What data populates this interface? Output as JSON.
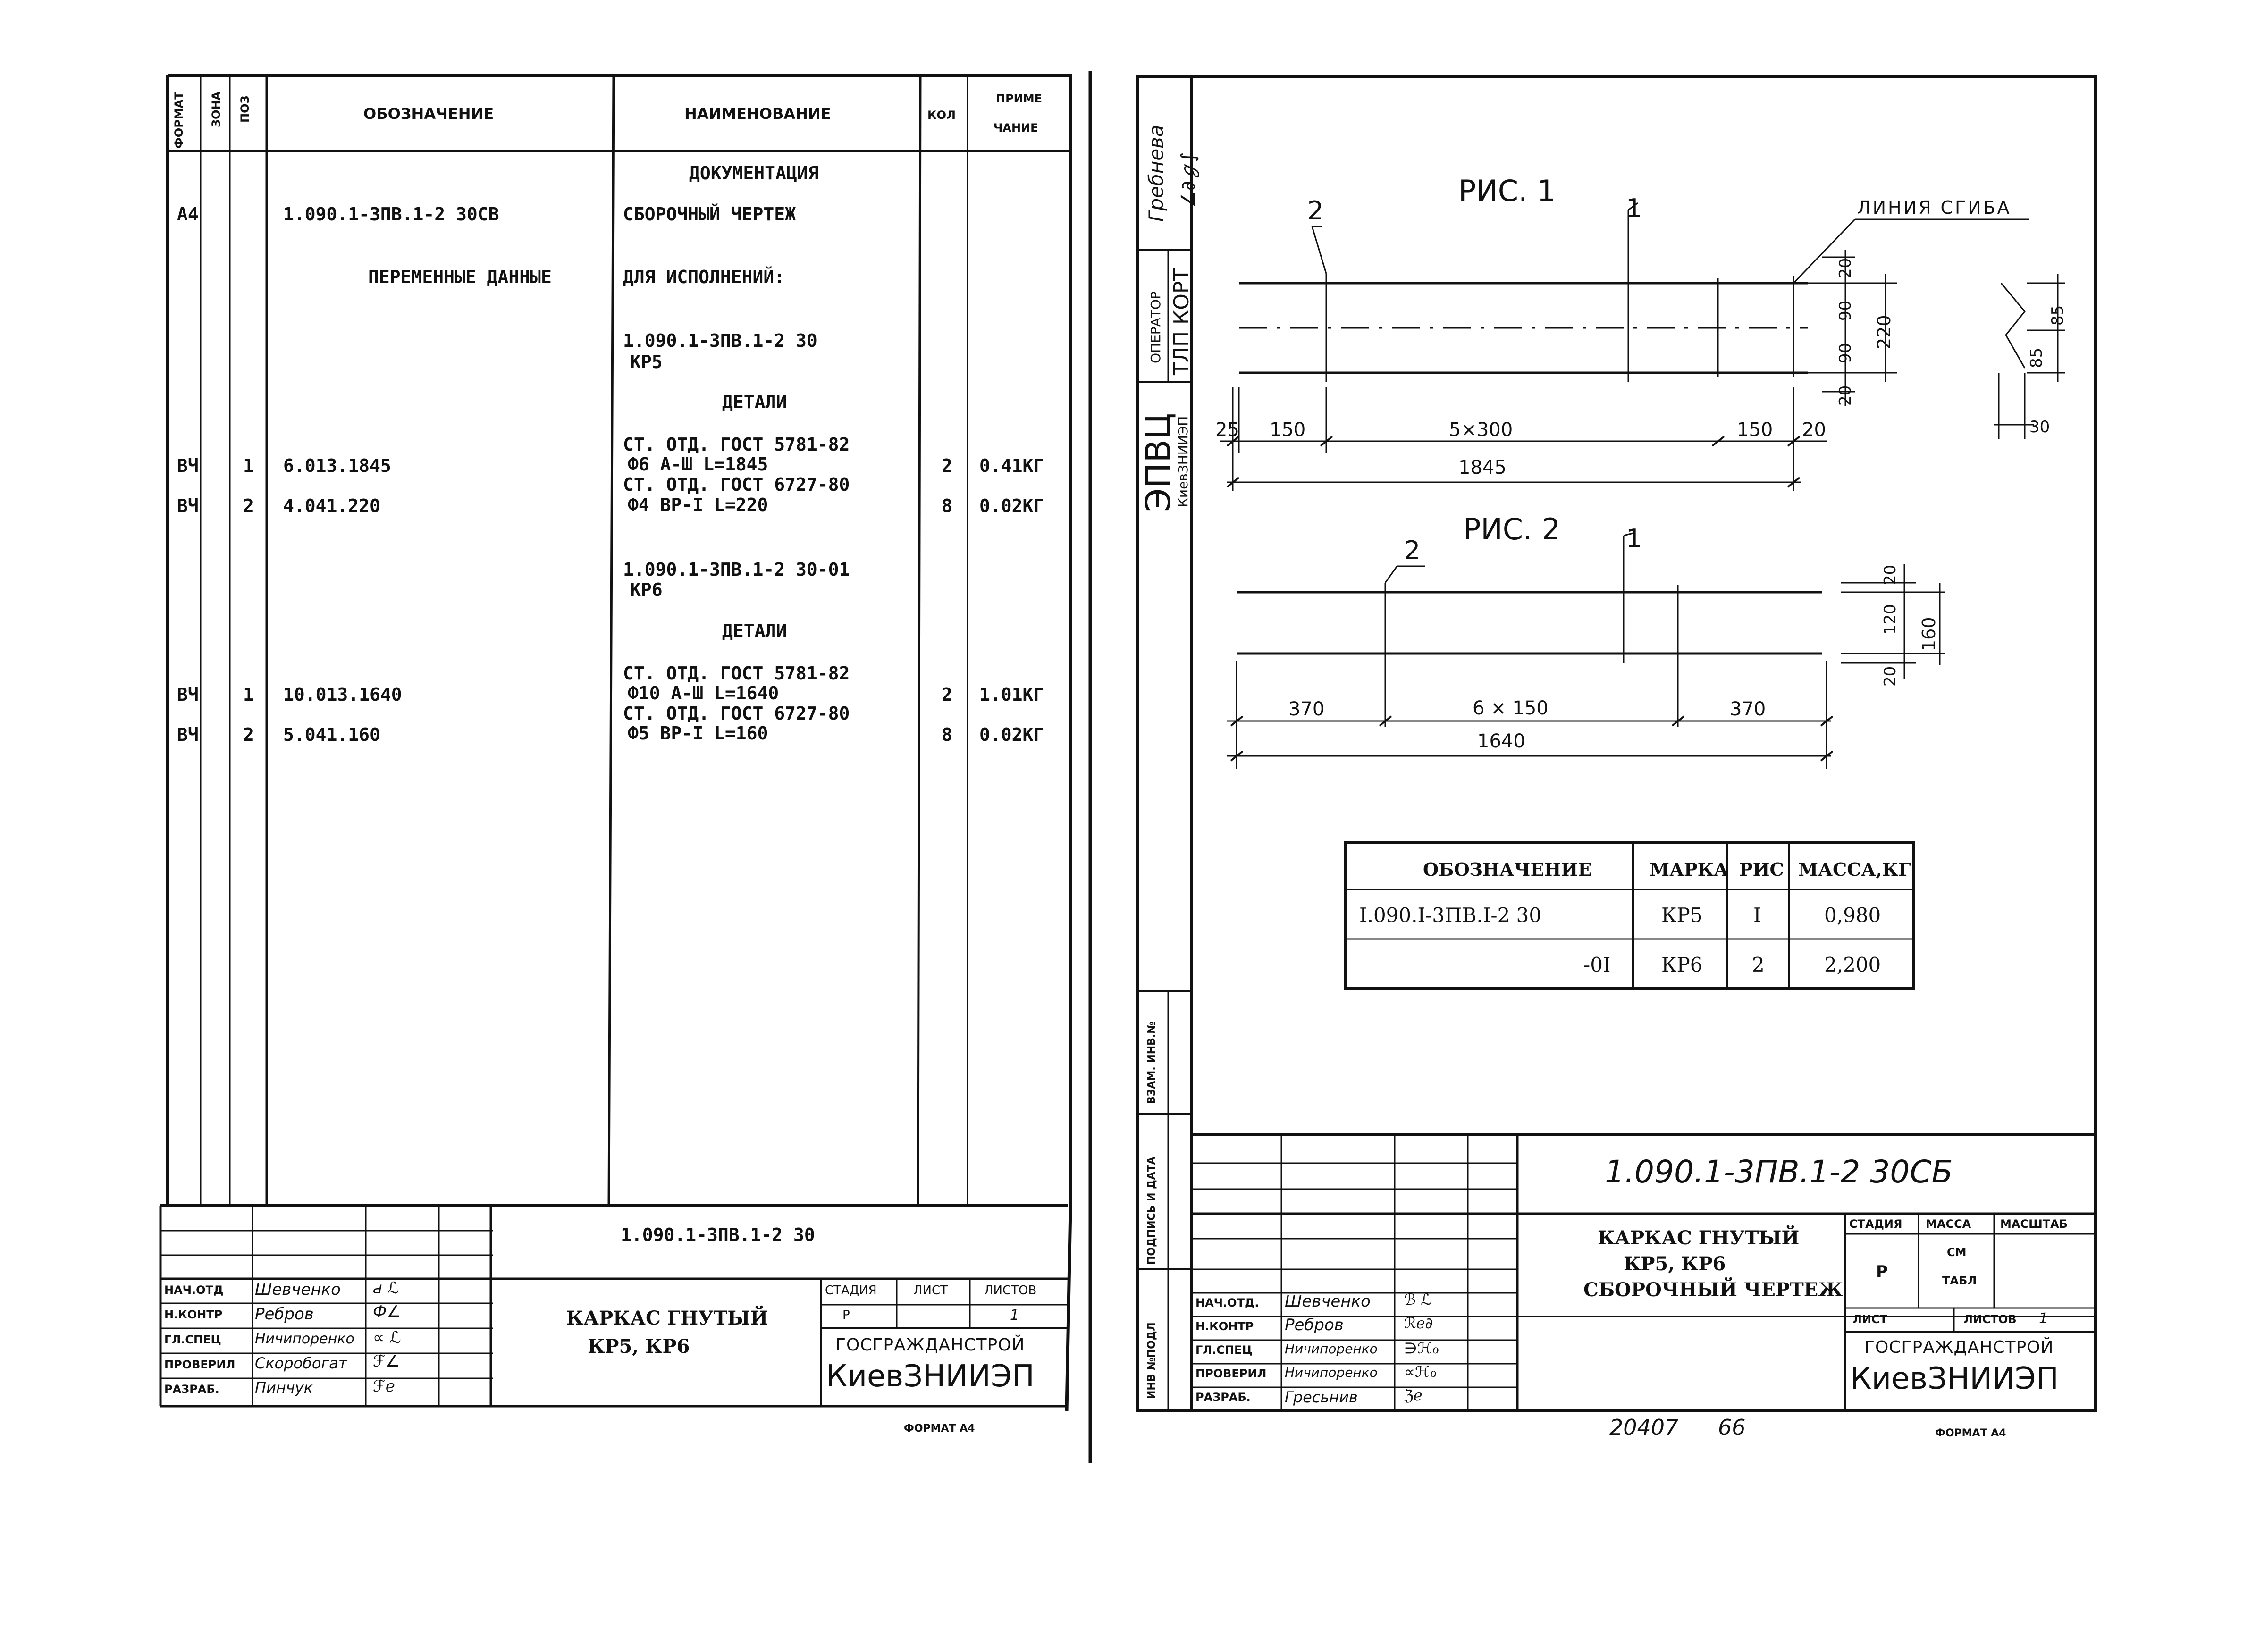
{
  "left_sheet": {
    "header": {
      "format": "ФОРМАТ",
      "zone": "ЗОНА",
      "pos": "ПОЗ",
      "designation": "ОБОЗНАЧЕНИЕ",
      "name": "НАИМЕНОВАНИЕ",
      "qty": "КОЛ",
      "note1": "ПРИМЕ",
      "note2": "ЧАНИЕ"
    },
    "rows": {
      "section_docs": "ДОКУМЕНТАЦИЯ",
      "a4_format": "А4",
      "a4_designation": "1.090.1-3ПВ.1-2 30СВ",
      "a4_name": "СБОРОЧНЫЙ ЧЕРТЕЖ",
      "variable_data": "ПЕРЕМЕННЫЕ ДАННЫЕ",
      "for_versions": "ДЛЯ ИСПОЛНЕНИЙ:",
      "v1_line1": "1.090.1-3ПВ.1-2 30",
      "v1_line2": "КР5",
      "details1": "ДЕТАЛИ",
      "r1_format": "ВЧ",
      "r1_pos": "1",
      "r1_designation": "6.013.1845",
      "r1_name1": "СТ. ОТД. ГОСТ 5781-82",
      "r1_name2": "Ф6 А-Ш L=1845",
      "r1_qty": "2",
      "r1_note": "0.41КГ",
      "r2_format": "ВЧ",
      "r2_pos": "2",
      "r2_designation": "4.041.220",
      "r2_name1": "СТ. ОТД. ГОСТ 6727-80",
      "r2_name2": "Ф4 ВР-I L=220",
      "r2_qty": "8",
      "r2_note": "0.02КГ",
      "v2_line1": "1.090.1-3ПВ.1-2 30-01",
      "v2_line2": "КР6",
      "details2": "ДЕТАЛИ",
      "r3_format": "ВЧ",
      "r3_pos": "1",
      "r3_designation": "10.013.1640",
      "r3_name1": "СТ. ОТД. ГОСТ 5781-82",
      "r3_name2": "Ф10 А-Ш L=1640",
      "r3_qty": "2",
      "r3_note": "1.01КГ",
      "r4_format": "ВЧ",
      "r4_pos": "2",
      "r4_designation": "5.041.160",
      "r4_name1": "СТ. ОТД. ГОСТ 6727-80",
      "r4_name2": "Ф5 ВР-I L=160",
      "r4_qty": "8",
      "r4_note": "0.02КГ"
    },
    "title_block": {
      "code": "1.090.1-3ПВ.1-2 30",
      "title1": "КАРКАС ГНУТЫЙ",
      "title2": "КР5, КР6",
      "stage_h": "СТАДИЯ",
      "sheet_h": "ЛИСТ",
      "sheets_h": "ЛИСТОВ",
      "stage": "Р",
      "sheets": "1",
      "org1": "ГОСГРАЖДАНСТРОЙ",
      "org2": "КиевЗНИИЭП",
      "roles": [
        "НАЧ.ОТД",
        "Н.КОНТР",
        "ГЛ.СПЕЦ",
        "ПРОВЕРИЛ",
        "РАЗРАБ."
      ],
      "names": [
        "Шевченко",
        "Ребров",
        "Ничипоренко",
        "Скоробогат",
        "Пинчук"
      ],
      "format_label": "ФОРМАТ А4"
    }
  },
  "right_sheet": {
    "side_stamp": {
      "name_top": "Гребнева",
      "operator": "ОПЕРАТОР",
      "tlp": "ТЛП КОРТ",
      "epvc": "ЭПВЦ",
      "kiev": "КиевЗНИИЭП",
      "vzam": "ВЗАМ. ИНВ.№",
      "podpis": "ПОДПИСЬ И ДАТА",
      "inv": "ИНВ №ПОДЛ"
    },
    "fig1": {
      "title": "РИС. 1",
      "bend_line": "ЛИНИЯ СГИБА",
      "callout_2": "2",
      "callout_1": "1",
      "dims_horizontal": [
        "25",
        "150",
        "5×300",
        "150",
        "20"
      ],
      "overall": "1845",
      "dims_vertical": [
        "20",
        "90",
        "90",
        "20"
      ],
      "height": "220",
      "side_dims": [
        "85",
        "85",
        "30"
      ]
    },
    "fig2": {
      "title": "РИС. 2",
      "callout_2": "2",
      "callout_1": "1",
      "dims_horizontal": [
        "370",
        "6 × 150",
        "370"
      ],
      "overall": "1640",
      "dims_vertical": [
        "20",
        "120",
        "20"
      ],
      "height": "160"
    },
    "table": {
      "headers": [
        "ОБОЗНАЧЕНИЕ",
        "МАРКА",
        "РИС",
        "МАССА,КГ"
      ],
      "rows": [
        [
          "I.090.I-3ПВ.I-2 30",
          "КР5",
          "I",
          "0,980"
        ],
        [
          "-0I",
          "КР6",
          "2",
          "2,200"
        ]
      ]
    },
    "title_block": {
      "code": "1.090.1-3ПВ.1-2  30СБ",
      "title1": "КАРКАС ГНУТЫЙ",
      "title2": "КР5, КР6",
      "title3": "СБОРОЧНЫЙ ЧЕРТЕЖ",
      "stage_h": "СТАДИЯ",
      "mass_h": "МАССА",
      "scale_h": "МАСШТАБ",
      "stage": "Р",
      "mass1": "СМ",
      "mass2": "ТАБЛ",
      "sheet_h": "ЛИСТ",
      "sheets_h": "ЛИСТОВ",
      "sheets": "1",
      "org1": "ГОСГРАЖДАНСТРОЙ",
      "org2": "КиевЗНИИЭП",
      "roles": [
        "НАЧ.ОТД.",
        "Н.КОНТР",
        "ГЛ.СПЕЦ",
        "ПРОВЕРИЛ",
        "РАЗРАБ."
      ],
      "names": [
        "Шевченко",
        "Ребров",
        "Ничипоренко",
        "Ничипоренко",
        "Гресьнив"
      ],
      "archive": "20407",
      "archive2": "66",
      "format_label": "ФОРМАТ А4"
    }
  }
}
